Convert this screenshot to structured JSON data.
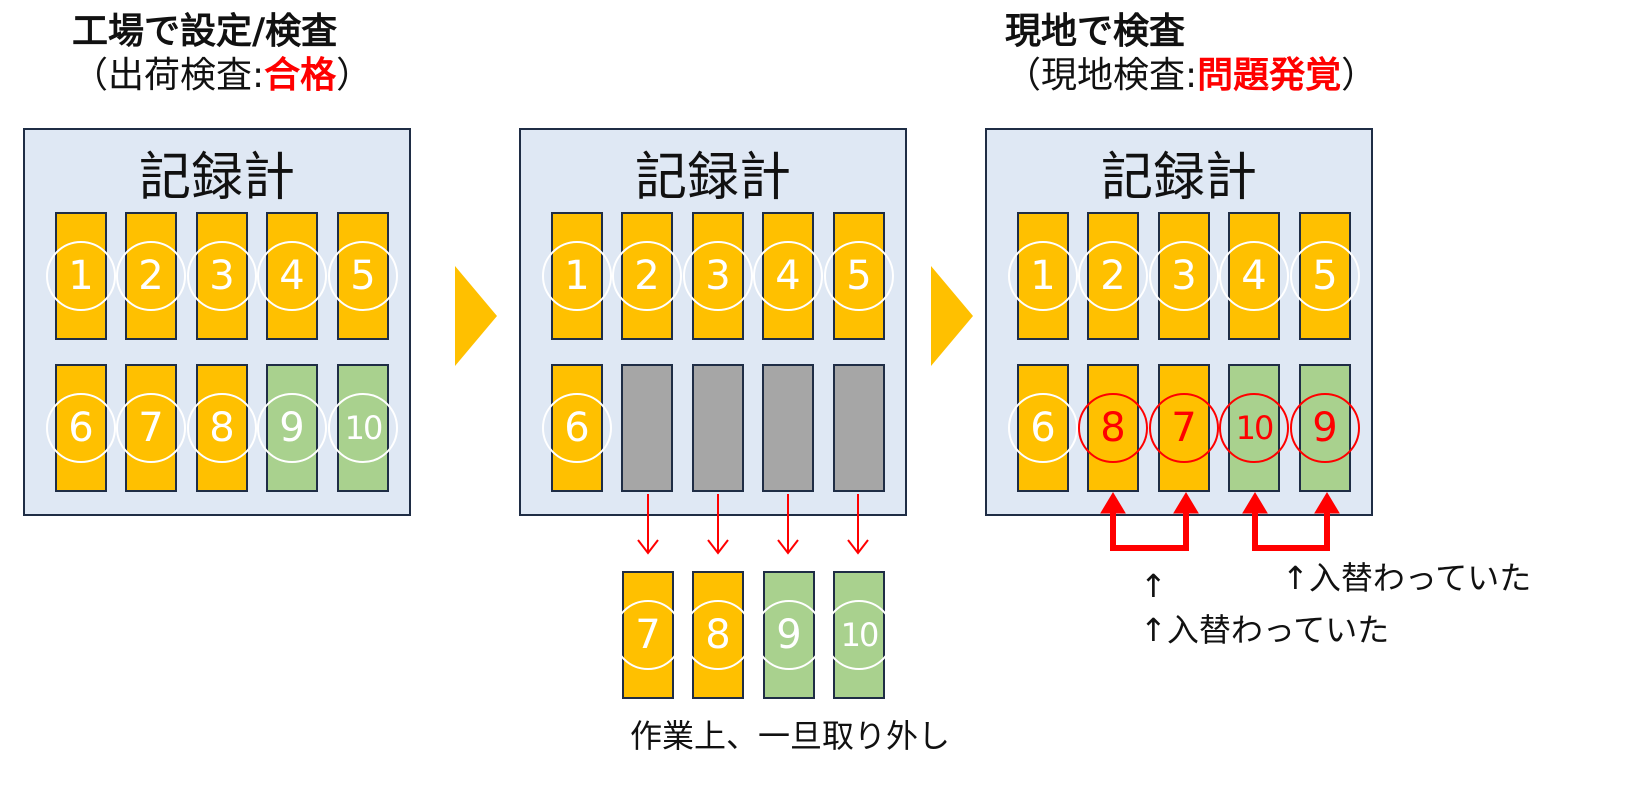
{
  "stage1": {
    "heading_line1": "工場で設定/検査",
    "heading_paren_open": "（出荷検査:",
    "heading_result": "合格",
    "heading_paren_close": "）",
    "panel_title": "記録計",
    "top_row": [
      {
        "label": "1",
        "color": "orange"
      },
      {
        "label": "2",
        "color": "orange"
      },
      {
        "label": "3",
        "color": "orange"
      },
      {
        "label": "4",
        "color": "orange"
      },
      {
        "label": "5",
        "color": "orange"
      }
    ],
    "bottom_row": [
      {
        "label": "6",
        "color": "orange"
      },
      {
        "label": "7",
        "color": "orange"
      },
      {
        "label": "8",
        "color": "orange"
      },
      {
        "label": "9",
        "color": "green"
      },
      {
        "label": "10",
        "color": "green"
      }
    ]
  },
  "stage2": {
    "panel_title": "記録計",
    "top_row": [
      {
        "label": "1",
        "color": "orange"
      },
      {
        "label": "2",
        "color": "orange"
      },
      {
        "label": "3",
        "color": "orange"
      },
      {
        "label": "4",
        "color": "orange"
      },
      {
        "label": "5",
        "color": "orange"
      }
    ],
    "bottom_row": [
      {
        "label": "6",
        "color": "orange"
      },
      {
        "label": "",
        "color": "gray"
      },
      {
        "label": "",
        "color": "gray"
      },
      {
        "label": "",
        "color": "gray"
      },
      {
        "label": "",
        "color": "gray"
      }
    ],
    "removed": [
      {
        "label": "7",
        "color": "orange"
      },
      {
        "label": "8",
        "color": "orange"
      },
      {
        "label": "9",
        "color": "green"
      },
      {
        "label": "10",
        "color": "green"
      }
    ],
    "removed_caption": "作業上、一旦取り外し"
  },
  "stage3": {
    "heading_line1": "現地で検査",
    "heading_paren_open": "（現地検査:",
    "heading_result": "問題発覚",
    "heading_paren_close": "）",
    "panel_title": "記録計",
    "top_row": [
      {
        "label": "1",
        "color": "orange"
      },
      {
        "label": "2",
        "color": "orange"
      },
      {
        "label": "3",
        "color": "orange"
      },
      {
        "label": "4",
        "color": "orange"
      },
      {
        "label": "5",
        "color": "orange"
      }
    ],
    "bottom_row": [
      {
        "label": "6",
        "color": "orange",
        "swapped": false
      },
      {
        "label": "8",
        "color": "orange",
        "swapped": true
      },
      {
        "label": "7",
        "color": "orange",
        "swapped": true
      },
      {
        "label": "10",
        "color": "green",
        "swapped": true
      },
      {
        "label": "9",
        "color": "green",
        "swapped": true
      }
    ],
    "note_arrow_only": "↑",
    "note_1": "↑入替わっていた",
    "note_2": "↑入替わっていた"
  },
  "colors": {
    "orange": "#ffc000",
    "green": "#a9d18e",
    "gray": "#a6a6a6",
    "panel_bg": "#dfe8f4",
    "border": "#1f2d45",
    "alert_red": "#ff0000",
    "step_arrow": "#ffc000"
  }
}
